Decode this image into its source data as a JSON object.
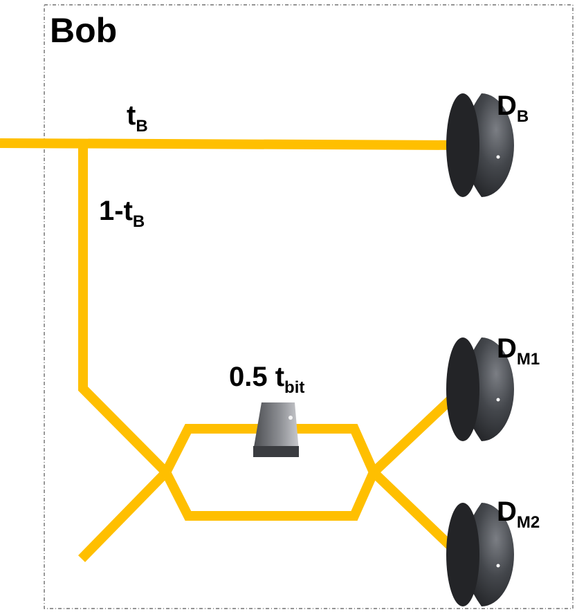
{
  "diagram": {
    "title": "Bob",
    "labels": {
      "transmitted": {
        "main": "t",
        "sub": "B"
      },
      "reflected": {
        "main": "1-t",
        "sub": "B"
      },
      "delay": {
        "main": "0.5 t",
        "sub": "bit"
      }
    },
    "detectors": [
      {
        "main": "D",
        "sub": "B"
      },
      {
        "main": "D",
        "sub": "M1"
      },
      {
        "main": "D",
        "sub": "M2"
      }
    ]
  },
  "colors": {
    "beam": "#ffbf00",
    "frame": "#555555",
    "detector": "#2e3034",
    "delay_block": "#3a3c40"
  }
}
